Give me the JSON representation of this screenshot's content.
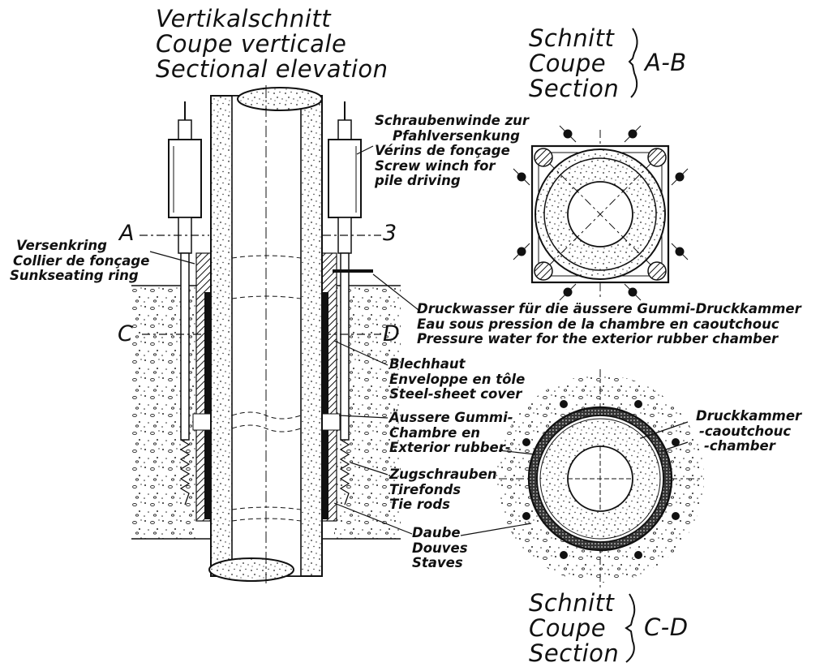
{
  "vertical_title": [
    "Vertikalschnitt",
    "Coupe verticale",
    "Sectional elevation"
  ],
  "section_ab": {
    "words": [
      "Schnitt",
      "Coupe",
      "Section"
    ],
    "label": "A-B"
  },
  "section_cd": {
    "words": [
      "Schnitt",
      "Coupe",
      "Section"
    ],
    "label": "C-D"
  },
  "cut_letters": {
    "a": "A",
    "b": "3",
    "c": "C",
    "d": "D"
  },
  "labels": {
    "winch": [
      "Schraubenwinde zur",
      "Pfahlversenkung",
      "Vérins de fonçage",
      "Screw winch for",
      "pile driving"
    ],
    "ring": [
      "Versenkring",
      "Collier de fonçage",
      "Sunkseating ring"
    ],
    "water": [
      "Druckwasser für die äussere Gummi-Druckkammer",
      "Eau sous pression de la chambre en caoutchouc",
      "Pressure water for the exterior rubber chamber"
    ],
    "sheet": [
      "Blechhaut",
      "Enveloppe en tôle",
      "Steel-sheet cover"
    ],
    "rubber": [
      "Äussere Gummi-",
      "Chambre en",
      "Exterior rubber-"
    ],
    "rods": [
      "Zugschrauben",
      "Tirefonds",
      "Tie rods"
    ],
    "staves": [
      "Daube",
      "Douves",
      "Staves"
    ],
    "chamber": [
      "Druckkammer",
      "-caoutchouc",
      "-chamber"
    ]
  }
}
